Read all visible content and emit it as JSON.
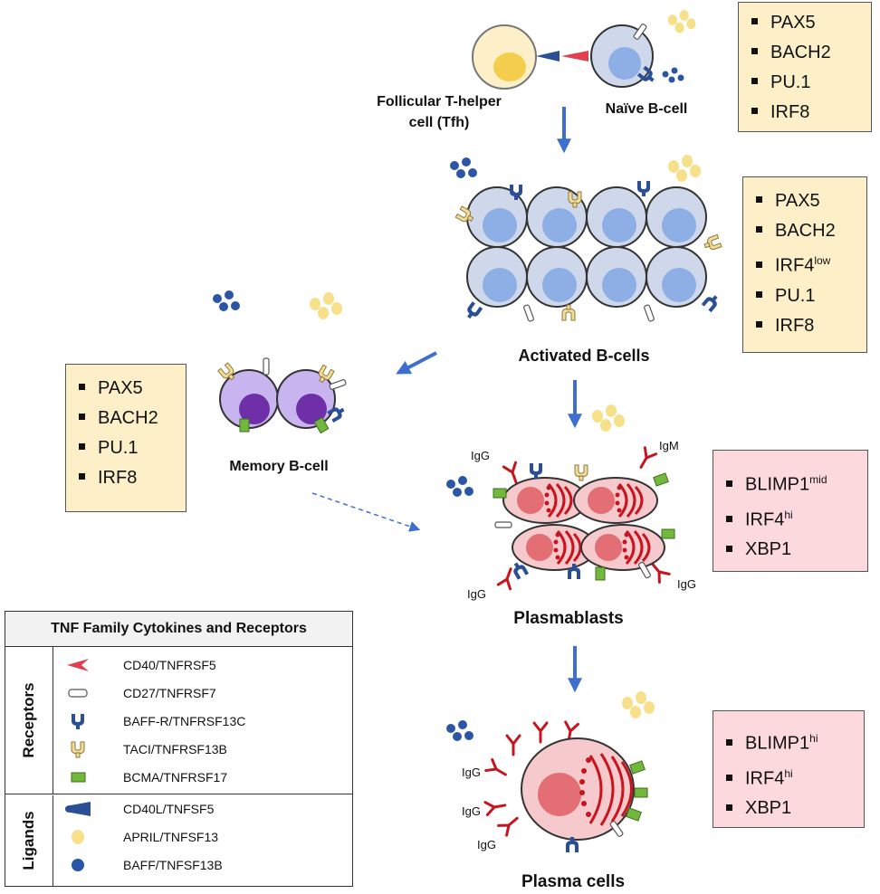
{
  "cells": {
    "tfh": "Follicular T-helper cell (Tfh)",
    "tfh_line1": "Follicular T-helper",
    "tfh_line2": "cell (Tfh)",
    "naive": "Naïve B-cell",
    "activated": "Activated B-cells",
    "memory": "Memory B-cell",
    "plasmablasts": "Plasmablasts",
    "plasma": "Plasma cells"
  },
  "antibodies": {
    "igg": "IgG",
    "igm": "IgM"
  },
  "factor_boxes": {
    "naive": [
      "PAX5",
      "BACH2",
      "PU.1",
      "IRF8"
    ],
    "activated": [
      {
        "name": "PAX5",
        "sup": ""
      },
      {
        "name": "BACH2",
        "sup": ""
      },
      {
        "name": "IRF4",
        "sup": "low"
      },
      {
        "name": "PU.1",
        "sup": ""
      },
      {
        "name": "IRF8",
        "sup": ""
      }
    ],
    "memory": [
      "PAX5",
      "BACH2",
      "PU.1",
      "IRF8"
    ],
    "plasmablasts": [
      {
        "name": "BLIMP1",
        "sup": "mid"
      },
      {
        "name": "IRF4",
        "sup": "hi"
      },
      {
        "name": "XBP1",
        "sup": ""
      }
    ],
    "plasma": [
      {
        "name": "BLIMP1",
        "sup": "hi"
      },
      {
        "name": "IRF4",
        "sup": "hi"
      },
      {
        "name": "XBP1",
        "sup": ""
      }
    ]
  },
  "legend": {
    "title": "TNF Family Cytokines and Receptors",
    "receptors_label": "Receptors",
    "ligands_label": "Ligands",
    "receptors": [
      {
        "icon": "cd40-receptor-icon",
        "label": "CD40/TNFRSF5"
      },
      {
        "icon": "cd27-receptor-icon",
        "label": "CD27/TNFRSF7"
      },
      {
        "icon": "baffr-receptor-icon",
        "label": "BAFF-R/TNFRSF13C"
      },
      {
        "icon": "taci-receptor-icon",
        "label": "TACI/TNFRSF13B"
      },
      {
        "icon": "bcma-receptor-icon",
        "label": "BCMA/TNFRSF17"
      }
    ],
    "ligands": [
      {
        "icon": "cd40l-ligand-icon",
        "label": "CD40L/TNFSF5"
      },
      {
        "icon": "april-ligand-icon",
        "label": "APRIL/TNFSF13"
      },
      {
        "icon": "baff-ligand-icon",
        "label": "BAFF/TNFSF13B"
      }
    ]
  },
  "colors": {
    "arrow": "#3e6fcf",
    "baff": "#2b55a5",
    "april": "#f7e08a",
    "cd40": "#e0414f",
    "bcma": "#72b83c",
    "taci": "#e6c56a",
    "bcell": "#cfd8ea",
    "memory": "#c8b4ee",
    "plasma": "#f6c9cc",
    "yellow_box": "#fdf0c8",
    "pink_box": "#fbd9dd"
  }
}
